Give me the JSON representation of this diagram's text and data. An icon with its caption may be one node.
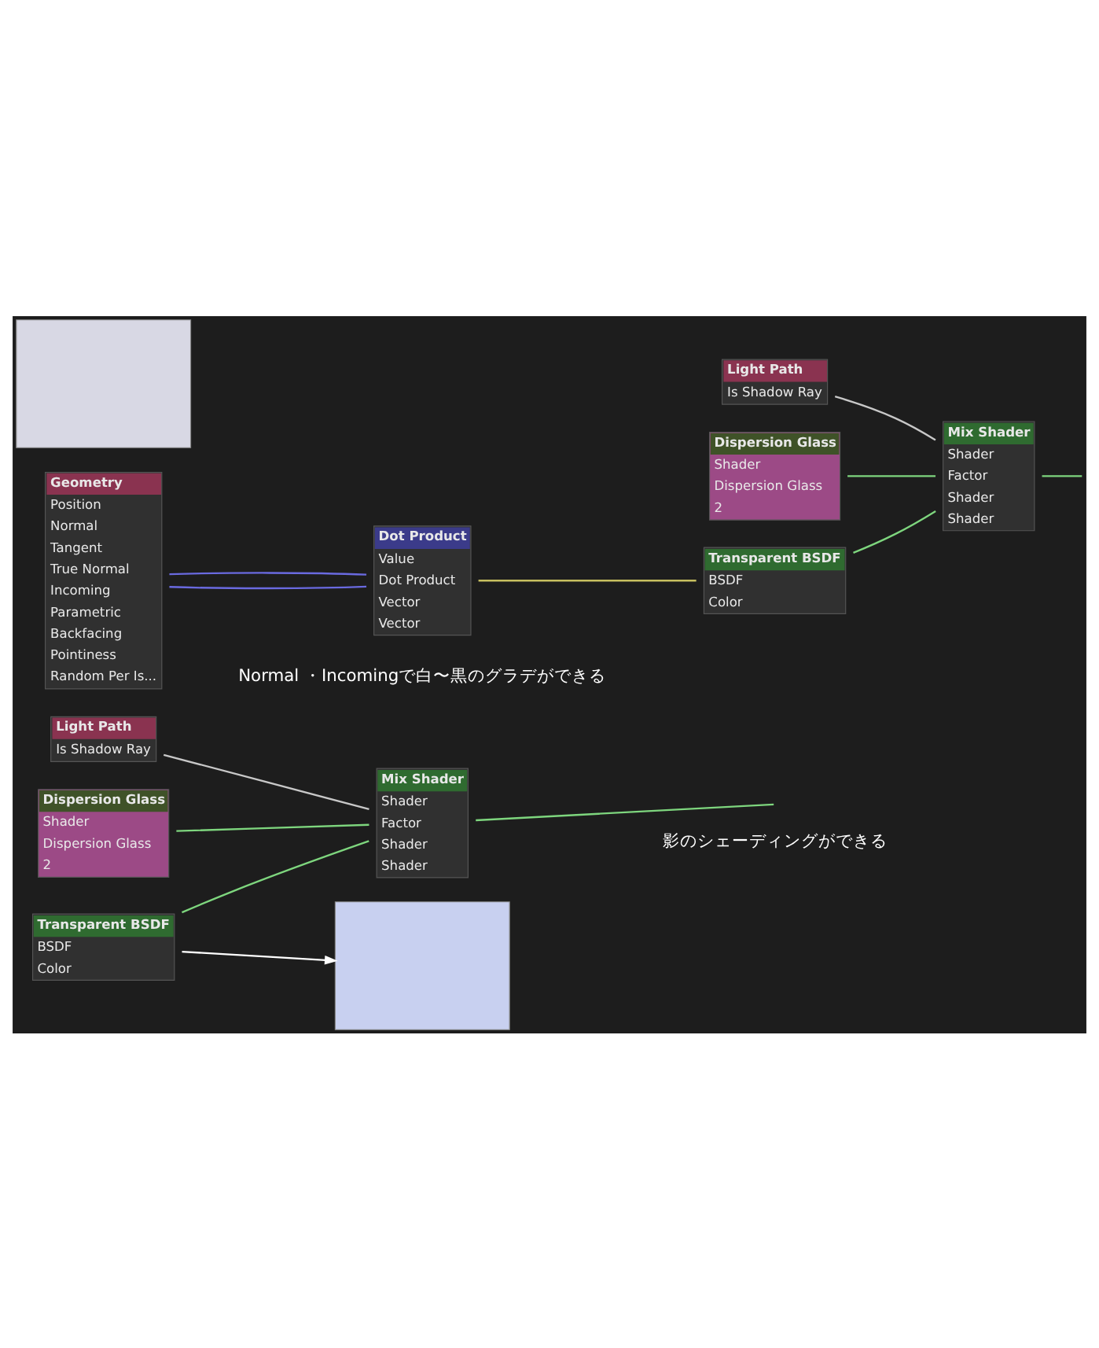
{
  "diagram": {
    "nodes": [
      {
        "text": [
          "Light Path",
          "Is Shadow Ray"
        ]
      },
      {
        "text": [
          "Mix Shader",
          "Shader",
          "Factor",
          "Shader",
          "Shader"
        ]
      },
      {
        "text": [
          "Dispersion Glass",
          "Shader",
          "Dispersion Glass",
          "2"
        ]
      },
      {
        "text": [
          "Transparent BSDF",
          "BSDF",
          "Color"
        ]
      },
      {
        "text": [],
        "shape": "box"
      },
      {
        "text": [
          "Light Path",
          "Is Shadow Ray"
        ]
      },
      {
        "text": [
          "Dispersion Glass",
          "Shader",
          "Dispersion Glass",
          "2"
        ]
      },
      {
        "text": [
          "Mix Shader",
          "Shader",
          "Factor",
          "Shader",
          "Shader"
        ]
      },
      {
        "text": [
          "Geometry",
          "Position",
          "Normal",
          "Tangent",
          "True Normal",
          "Incoming",
          "Parametric",
          "Backfacing",
          "Pointiness",
          "Random Per Is..."
        ]
      },
      {
        "text": [
          "Dot Product",
          "Value",
          "Dot Product",
          "Vector",
          "Vector"
        ]
      },
      {
        "text": [
          "Transparent BSDF",
          "BSDF",
          "Color"
        ]
      },
      {
        "text": [],
        "shape": "box"
      }
    ],
    "edges": [
      {
        "from": 0,
        "to": 1,
        "arrow": "none",
        "color": "#c8c8c8"
      },
      {
        "from": 2,
        "to": 1,
        "arrow": "none"
      },
      {
        "from": 3,
        "to": 1,
        "arrow": "none"
      },
      {
        "from": 1,
        "to": null,
        "arrow": "none"
      },
      {
        "from": 3,
        "to": 4,
        "arrow": "to",
        "color": "#ffffff"
      },
      {
        "from": 5,
        "to": 7,
        "arrow": "none",
        "color": "#c8c8c8"
      },
      {
        "from": 6,
        "to": 7,
        "arrow": "none"
      },
      {
        "from": 10,
        "to": 7,
        "arrow": "none"
      },
      {
        "from": 7,
        "to": null,
        "arrow": "none"
      },
      {
        "from": 8,
        "to": 9,
        "arrow": "none",
        "color": "#6a6ae0"
      },
      {
        "from": 8,
        "to": 9,
        "arrow": "none",
        "color": "#6a6ae0"
      },
      {
        "from": 9,
        "to": 10,
        "arrow": "none",
        "color": "#c8c060"
      }
    ],
    "labels": [
      "影のシェーディングができる",
      "Normal ・Incomingで白〜黒のグラデができる"
    ]
  }
}
